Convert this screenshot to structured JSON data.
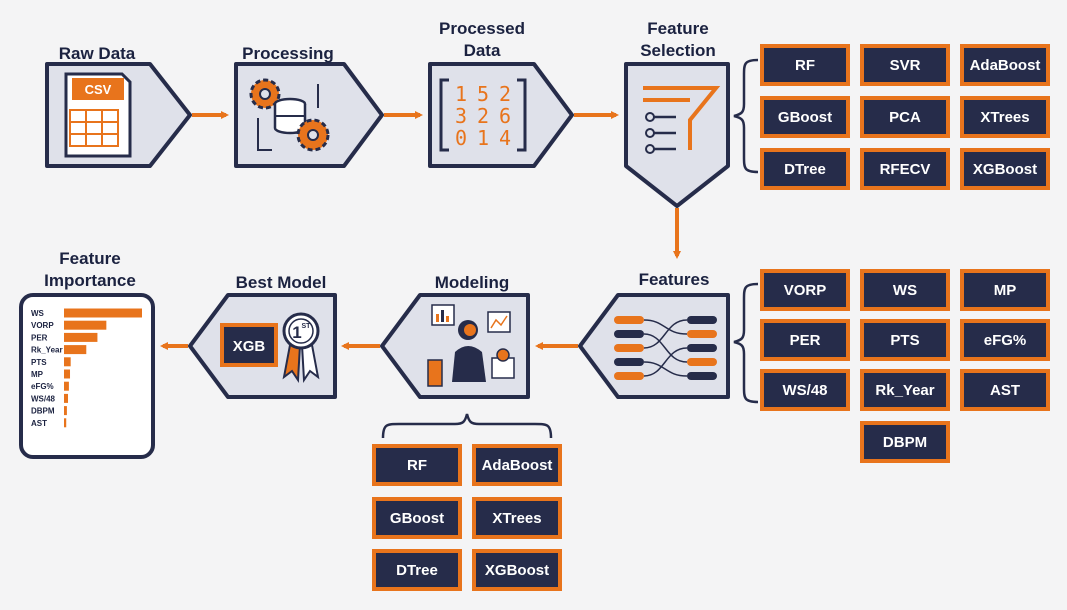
{
  "colors": {
    "navy": "#262c4a",
    "orange": "#e8741c",
    "panel": "#dfe1ea",
    "background": "#f4f4f5"
  },
  "stages": {
    "raw_data": "Raw Data",
    "processing": "Processing",
    "processed_data": [
      "Processed",
      "Data"
    ],
    "feature_selection": [
      "Feature",
      "Selection"
    ],
    "features": "Features",
    "modeling": "Modeling",
    "best_model": "Best Model",
    "feature_importance": [
      "Feature",
      "Importance"
    ]
  },
  "icons": {
    "raw_data": "csv-file-icon",
    "csv_label": "CSV",
    "processing": "database-gears-icon",
    "processed_data": "matrix-icon",
    "matrix_rows": [
      [
        "1",
        "5",
        "2"
      ],
      [
        "3",
        "2",
        "6"
      ],
      [
        "0",
        "1",
        "4"
      ]
    ],
    "feature_selection": "funnel-filter-icon",
    "features": "feature-mapping-icon",
    "modeling": "data-scientist-icon",
    "best_model": "first-place-ribbon-icon"
  },
  "best_model": {
    "model": "XGB",
    "rank_number": "1",
    "rank_suffix": "ST"
  },
  "selection_methods": [
    "RF",
    "SVR",
    "AdaBoost",
    "GBoost",
    "PCA",
    "XTrees",
    "DTree",
    "RFECV",
    "XGBoost"
  ],
  "selected_features": [
    "VORP",
    "WS",
    "MP",
    "PER",
    "PTS",
    "eFG%",
    "WS/48",
    "Rk_Year",
    "AST",
    "DBPM"
  ],
  "models": [
    "RF",
    "AdaBoost",
    "GBoost",
    "XTrees",
    "DTree",
    "XGBoost"
  ],
  "chart_data": {
    "type": "bar",
    "orientation": "horizontal",
    "categories": [
      "WS",
      "VORP",
      "PER",
      "Rk_Year",
      "PTS",
      "MP",
      "eFG%",
      "WS/48",
      "DBPM",
      "AST"
    ],
    "values": [
      0.35,
      0.19,
      0.15,
      0.1,
      0.03,
      0.027,
      0.022,
      0.018,
      0.013,
      0.01
    ],
    "color": "#e8741c"
  }
}
